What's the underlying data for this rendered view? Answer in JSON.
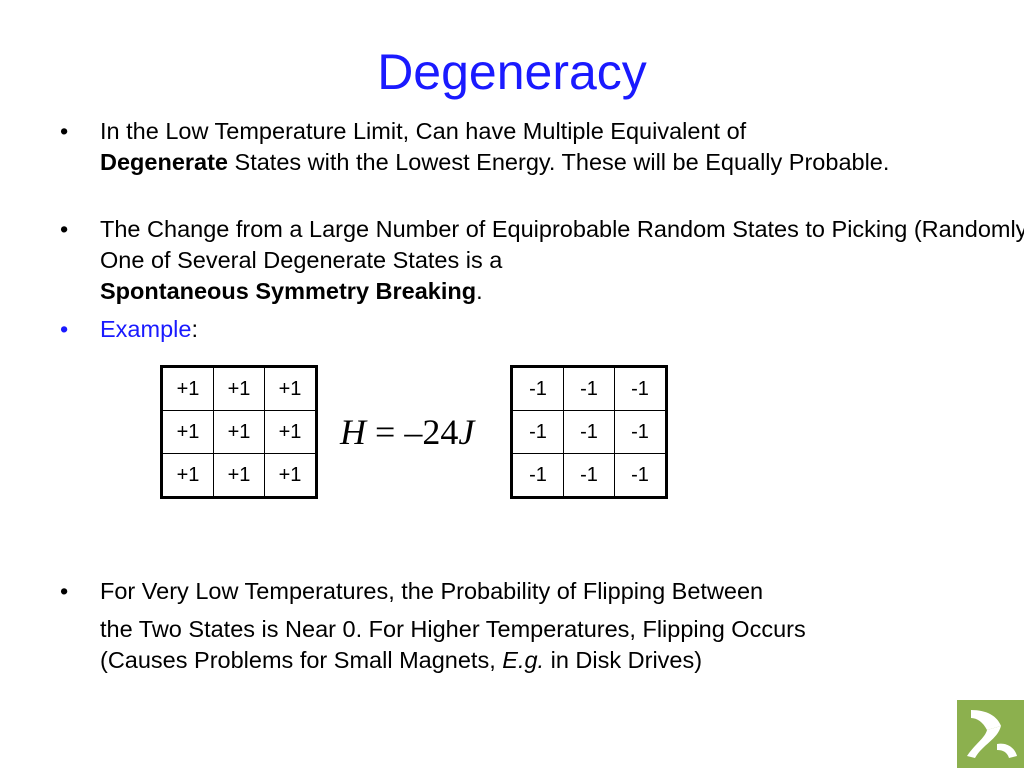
{
  "title": "Degeneracy",
  "bullets": {
    "b1": {
      "text_a": "In the Low Temperature Limit, Can have Multiple Equivalent of",
      "bold": "Degenerate",
      "text_b": " States with the Lowest Energy. These will be Equally Probable."
    },
    "b2": {
      "text_a": "The Change from a Large Number of Equiprobable Random States to Picking (Randomly) One of Several Degenerate States is a",
      "bold": "Spontaneous Symmetry Breaking",
      "text_b": "."
    },
    "b3": {
      "link": "Example",
      "colon": ":"
    },
    "b4": {
      "line1": "For Very Low Temperatures,  the Probability of Flipping Between",
      "line2": "the Two States is Near 0. For Higher  Temperatures, Flipping Occurs",
      "line3_a": "(Causes Problems for Small Magnets, ",
      "line3_italic": "E.g.",
      "line3_b": " in Disk Drives)"
    }
  },
  "bullet_char": "•",
  "grid_left": [
    [
      "+1",
      "+1",
      "+1"
    ],
    [
      "+1",
      "+1",
      "+1"
    ],
    [
      "+1",
      "+1",
      "+1"
    ]
  ],
  "grid_right": [
    [
      "-1",
      "-1",
      "-1"
    ],
    [
      "-1",
      "-1",
      "-1"
    ],
    [
      "-1",
      "-1",
      "-1"
    ]
  ],
  "equation": {
    "lhs": "H",
    "op": " = ",
    "rhs_num": "–24",
    "rhs_var": "J"
  },
  "colors": {
    "title": "#1a1aff",
    "example_link": "#1a1aff",
    "logo_green": "#8cb04e"
  },
  "icons": {
    "logo": "corner-logo-icon"
  }
}
